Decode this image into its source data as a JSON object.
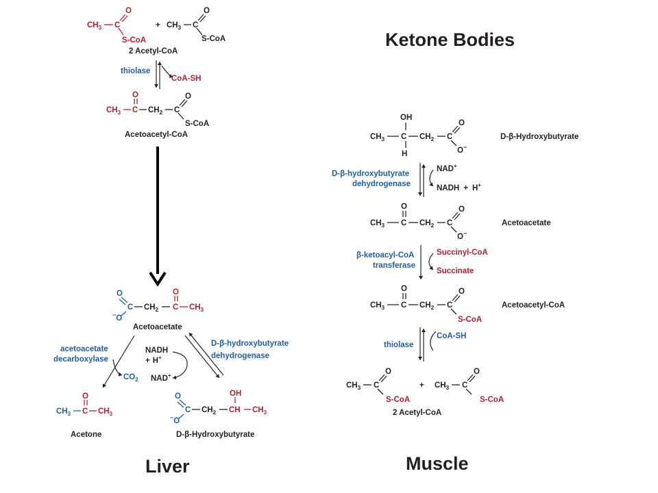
{
  "title": "Ketone Bodies",
  "panel_labels": {
    "liver": "Liver",
    "muscle": "Muscle"
  },
  "atoms": {
    "ch3": "CH",
    "ch2": "CH",
    "sub3": "3",
    "sub2": "2",
    "c": "C",
    "o": "O",
    "oh": "OH",
    "h": "H",
    "ch": "CH",
    "scoa": "S-CoA",
    "ominus": "O",
    "minus": "−",
    "plus": "+"
  },
  "liver": {
    "reactants": "2 Acetyl-CoA",
    "thiolase": "thiolase",
    "coash": "CoA-SH",
    "acetoacetyl": "Acetoacetyl-CoA",
    "acetoacetate": "Acetoacetate",
    "decarboxylase_1": "acetoacetate",
    "decarboxylase_2": "decarboxylase",
    "co2": "CO",
    "co2_sub": "2",
    "nadh": "NADH",
    "hplus": "H",
    "nadplus": "NAD",
    "dehydrogenase_1": "D-β-hydroxybutyrate",
    "dehydrogenase_2": "dehydrogenase",
    "acetone": "Acetone",
    "hydroxybutyrate": "D-β-Hydroxybutyrate"
  },
  "muscle": {
    "hydroxybutyrate": "D-β-Hydroxybutyrate",
    "dehydrogenase_1": "D-β-hydroxybutyrate",
    "dehydrogenase_2": "dehydrogenase",
    "nadplus": "NAD",
    "nadh": "NADH",
    "hplus": "H",
    "acetoacetate": "Acetoacetate",
    "transferase_1": "β-ketoacyl-CoA",
    "transferase_2": "transferase",
    "succinylcoa": "Succinyl-CoA",
    "succinate": "Succinate",
    "acetoacetyl": "Acetoacetyl-CoA",
    "thiolase": "thiolase",
    "coash": "CoA-SH",
    "products": "2 Acetyl-CoA"
  },
  "colors": {
    "red": "#b3202f",
    "blue": "#1f5fa8",
    "black": "#231f20"
  }
}
